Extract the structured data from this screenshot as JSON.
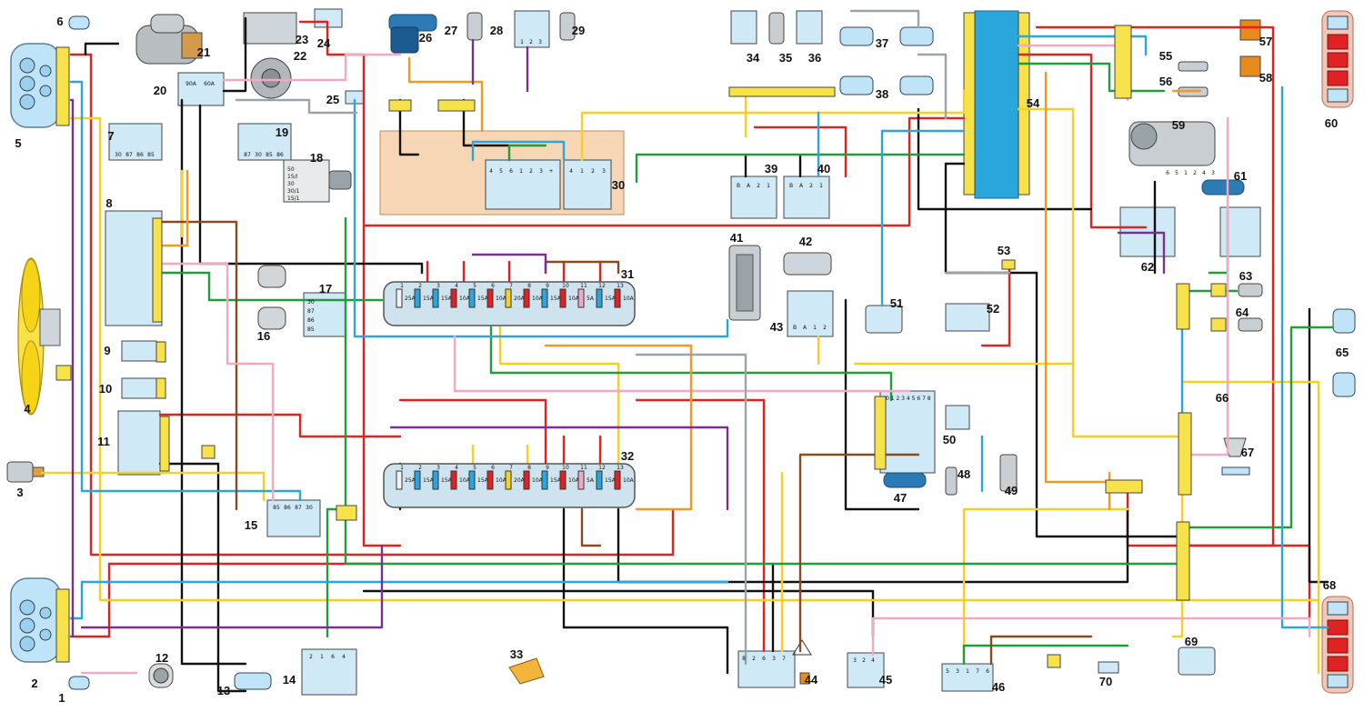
{
  "component_numbers": [
    "1",
    "2",
    "3",
    "4",
    "5",
    "6",
    "7",
    "8",
    "9",
    "10",
    "11",
    "12",
    "13",
    "14",
    "15",
    "16",
    "17",
    "18",
    "19",
    "20",
    "21",
    "22",
    "23",
    "24",
    "25",
    "26",
    "27",
    "28",
    "29",
    "30",
    "31",
    "32",
    "33",
    "34",
    "35",
    "36",
    "37",
    "38",
    "39",
    "40",
    "41",
    "42",
    "43",
    "44",
    "45",
    "46",
    "47",
    "48",
    "49",
    "50",
    "51",
    "52",
    "53",
    "54",
    "55",
    "56",
    "57",
    "58",
    "59",
    "60",
    "61",
    "62",
    "63",
    "64",
    "65",
    "66",
    "67",
    "68",
    "69",
    "70"
  ],
  "fuse_block": {
    "ratings": [
      "25A",
      "15A",
      "15A",
      "10A",
      "15A",
      "10A",
      "20A",
      "10A",
      "15A",
      "10A",
      "5A",
      "15A",
      "10A"
    ],
    "slot_numbers": [
      "1",
      "2",
      "3",
      "4",
      "5",
      "6",
      "7",
      "8",
      "9",
      "10",
      "11",
      "12",
      "13"
    ]
  },
  "connector_labels": {
    "relay_7": [
      "30",
      "87",
      "86",
      "85"
    ],
    "relay_19": [
      "87",
      "30",
      "85",
      "86"
    ],
    "relay_15": [
      "85",
      "86",
      "87",
      "30"
    ],
    "relay_17": [
      "30",
      "87",
      "86",
      "85"
    ],
    "block_20": [
      "90A",
      "60A"
    ],
    "ignition_18": [
      "50",
      "15/I",
      "30",
      "30/1",
      "15/1"
    ],
    "switch_39": [
      "B",
      "A",
      "2",
      "1"
    ],
    "switch_40": [
      "B",
      "A",
      "2",
      "1"
    ],
    "switch_43": [
      "B",
      "A",
      "1",
      "2"
    ],
    "unit_30_left": [
      "4",
      "5",
      "6",
      "1",
      "2",
      "3",
      "+"
    ],
    "unit_30_right": [
      "4",
      "1",
      "2",
      "3"
    ],
    "unit_28": [
      "1",
      "2",
      "3"
    ],
    "unit_14": [
      "2",
      "1",
      "6",
      "4"
    ],
    "unit_44": [
      "8",
      "2",
      "6",
      "3",
      "7"
    ],
    "unit_45": [
      "3",
      "2",
      "4"
    ],
    "unit_46": [
      "5",
      "3",
      "1",
      "7",
      "6"
    ],
    "wiper_59": [
      "6",
      "5",
      "1",
      "2",
      "4",
      "3"
    ],
    "gauge_scale_47": "0 1 2 3 4 5 6 7 8"
  },
  "wire_colors": {
    "red": "#e02222",
    "black": "#111111",
    "yellow": "#f6d21e",
    "green": "#1d9e3a",
    "blue": "#2aa6dc",
    "brown": "#8a4a1f",
    "pink": "#f3a9c4",
    "orange": "#f39a1e",
    "purple": "#7a2f93",
    "gray": "#9aa3a8",
    "white": "#f4f4f4",
    "light_blue": "#cfe9f7",
    "connector_yellow": "#f8e24a"
  }
}
